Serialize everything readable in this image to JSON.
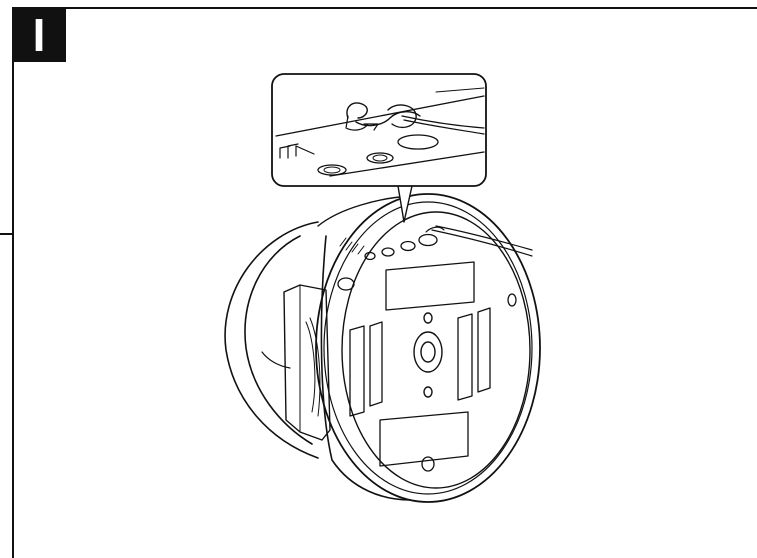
{
  "step": {
    "label": "I"
  },
  "illustration": {
    "subject": "camera-dome-underside-with-safety-wire",
    "callout": "safety-wire-hook-detail"
  },
  "colors": {
    "ink": "#111111",
    "background": "#ffffff",
    "badge_text": "#ffffff"
  }
}
